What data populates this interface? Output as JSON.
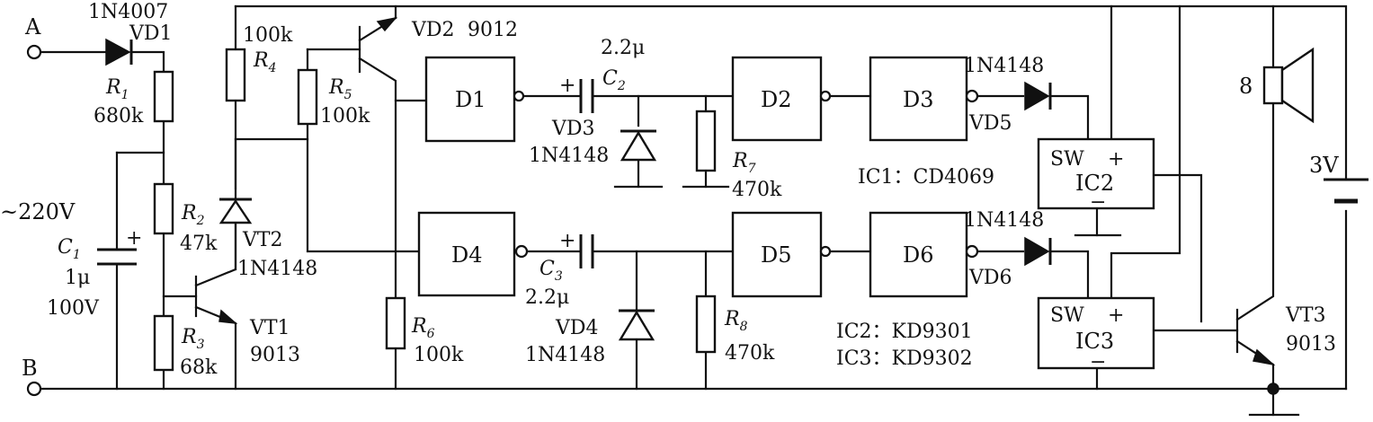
{
  "terminals": {
    "a": "A",
    "b": "B"
  },
  "mains_label": "~220V",
  "components": {
    "vd1": {
      "part": "1N4007",
      "ref": "VD1"
    },
    "r1": {
      "ref": "R",
      "sub": "1",
      "value": "680k"
    },
    "r2": {
      "ref": "R",
      "sub": "2",
      "value": "47k"
    },
    "r3": {
      "ref": "R",
      "sub": "3",
      "value": "68k"
    },
    "r4": {
      "value": "100k",
      "ref": "R",
      "sub": "4"
    },
    "r5": {
      "ref": "R",
      "sub": "5",
      "value": "100k"
    },
    "r6": {
      "ref": "R",
      "sub": "6",
      "value": "100k"
    },
    "r7": {
      "ref": "R",
      "sub": "7",
      "value": "470k"
    },
    "r8": {
      "ref": "R",
      "sub": "8",
      "value": "470k"
    },
    "c1": {
      "ref": "C",
      "sub": "1",
      "value": "1μ",
      "voltage": "100V",
      "polarity": "+"
    },
    "c2": {
      "value": "2.2μ",
      "ref": "C",
      "sub": "2",
      "polarity": "+"
    },
    "c3": {
      "ref": "C",
      "sub": "3",
      "value": "2.2μ",
      "polarity": "+"
    },
    "vt1": {
      "ref": "VT1",
      "part": "9013"
    },
    "vt2": {
      "ref": "VT2",
      "part": "1N4148"
    },
    "vd2": {
      "ref": "VD2",
      "part": "9012"
    },
    "vd3": {
      "ref": "VD3",
      "part": "1N4148"
    },
    "vd4": {
      "ref": "VD4",
      "part": "1N4148"
    },
    "vd5": {
      "part": "1N4148",
      "ref": "VD5"
    },
    "vd6": {
      "part": "1N4148",
      "ref": "VD6"
    },
    "vt3": {
      "ref": "VT3",
      "part": "9013"
    },
    "speaker": {
      "value": "8"
    },
    "battery": {
      "value": "3V"
    }
  },
  "gates": [
    "D1",
    "D2",
    "D3",
    "D4",
    "D5",
    "D6"
  ],
  "ic_blocks": {
    "ic2": {
      "sw": "SW",
      "plus": "+",
      "name": "IC2",
      "minus": "−"
    },
    "ic3": {
      "sw": "SW",
      "plus": "+",
      "name": "IC3",
      "minus": "−"
    }
  },
  "notes": {
    "ic1": "IC1：CD4069",
    "ic2": "IC2：KD9301",
    "ic3": "IC3：KD9302"
  }
}
